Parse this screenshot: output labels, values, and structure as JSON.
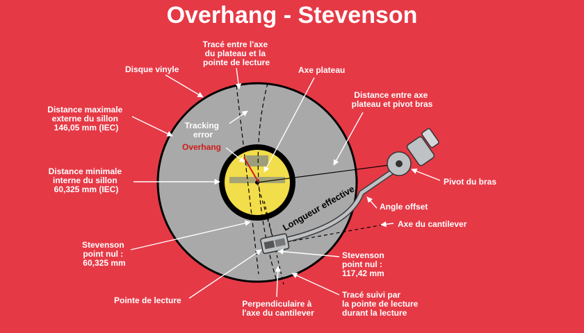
{
  "title": "Overhang - Stevenson",
  "colors": {
    "background": "#e63946",
    "record": "#a9a9a9",
    "groove_band": "#000000",
    "label": "#f2dd4a",
    "label_accent": "#4a5fa8",
    "arm": "#bfc2c5",
    "overhang_text": "#d11a1a",
    "text": "#ffffff"
  },
  "labels": {
    "trace_axis": [
      "Tracé entre l'axe",
      "du plateau et la",
      "pointe de lecture"
    ],
    "disque_vinyle": "Disque vinyle",
    "axe_plateau": "Axe plateau",
    "distance_axe_pivot": [
      "Distance entre axe",
      "plateau et pivot bras"
    ],
    "distance_max": [
      "Distance maximale",
      "externe du sillon",
      "146,05 mm (IEC)"
    ],
    "tracking_error": [
      "Tracking",
      "error"
    ],
    "overhang": "Overhang",
    "distance_min": [
      "Distance minimale",
      "interne du sillon",
      "60,325 mm (IEC)"
    ],
    "pivot_bras": "Pivot du bras",
    "angle_offset": "Angle offset",
    "longueur_effective": "Longueur effective",
    "axe_cantilever": "Axe du cantilever",
    "stevenson_inner": [
      "Stevenson",
      "point nul :",
      "60,325 mm"
    ],
    "stevenson_outer": [
      "Stevenson",
      "point nul :",
      "117,42 mm"
    ],
    "pointe_lecture": "Pointe de lecture",
    "perpendiculaire": [
      "Perpendiculaire à",
      "l'axe du cantilever"
    ],
    "trace_suivi": [
      "Tracé suivi par",
      "la pointe de lecture",
      "durant la lecture"
    ]
  }
}
